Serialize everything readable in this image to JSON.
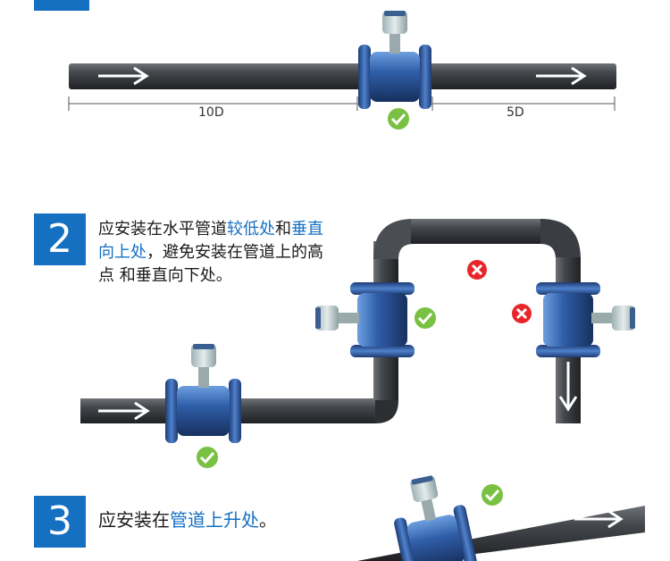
{
  "section1": {
    "dim_left": "10D",
    "dim_right": "5D"
  },
  "section2": {
    "number": "2",
    "t1": "应安装在水平管道",
    "t2": "较低处",
    "t3": "和",
    "t4": "垂直",
    "t5": "向上处",
    "t6": "，避免安装在管道上的高",
    "t7": "点 和垂直向下处。"
  },
  "section3": {
    "number": "3",
    "t1": "应安装在",
    "t2": "管道上升处",
    "t3": "。"
  },
  "colors": {
    "accent": "#1670c2",
    "pipe": "#3c3f44",
    "ok": "#79c142",
    "bad": "#e8252a",
    "meter": "#2f5ea8"
  },
  "icons": [
    "flow-arrow-icon",
    "check-icon",
    "cross-icon"
  ]
}
